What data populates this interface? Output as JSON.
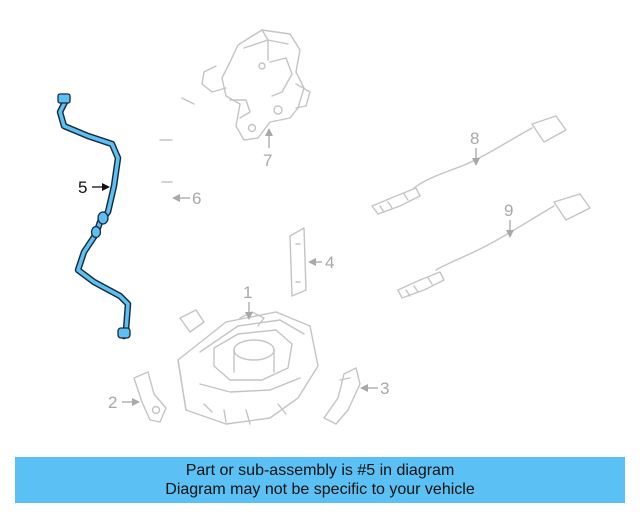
{
  "diagram": {
    "highlight_color": "#5bc0f3",
    "ghost_color": "#c4c4c4",
    "callouts": [
      {
        "id": "1",
        "label": "1",
        "highlighted": false
      },
      {
        "id": "2",
        "label": "2",
        "highlighted": false
      },
      {
        "id": "3",
        "label": "3",
        "highlighted": false
      },
      {
        "id": "4",
        "label": "4",
        "highlighted": false
      },
      {
        "id": "5",
        "label": "5",
        "highlighted": true
      },
      {
        "id": "6",
        "label": "6",
        "highlighted": false
      },
      {
        "id": "7",
        "label": "7",
        "highlighted": false
      },
      {
        "id": "8",
        "label": "8",
        "highlighted": false
      },
      {
        "id": "9",
        "label": "9",
        "highlighted": false
      }
    ]
  },
  "banner": {
    "line1": "Part or sub-assembly is #5 in diagram",
    "line2": "Diagram may not be specific to your vehicle",
    "background": "#5bc0f3"
  }
}
